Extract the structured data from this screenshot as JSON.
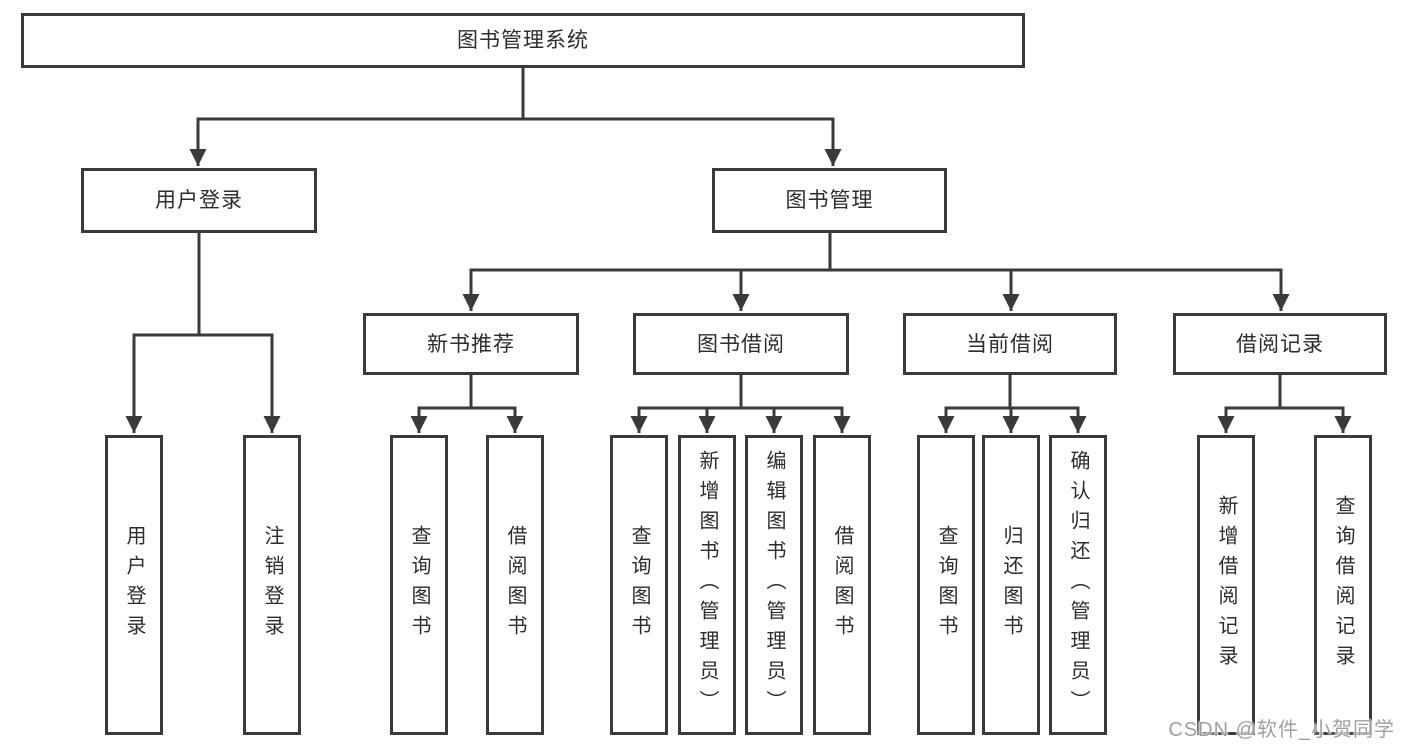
{
  "colors": {
    "line": "#3a3a3a",
    "box-border": "#3a3a3a",
    "text": "#2d2d2d",
    "watermark": "#a0a0a0",
    "background": "#ffffff"
  },
  "tree": {
    "root": {
      "label": "图书管理系统"
    },
    "level2": [
      {
        "label": "用户登录"
      },
      {
        "label": "图书管理"
      }
    ],
    "level3": [
      {
        "label": "新书推荐",
        "parent": "图书管理"
      },
      {
        "label": "图书借阅",
        "parent": "图书管理"
      },
      {
        "label": "当前借阅",
        "parent": "图书管理"
      },
      {
        "label": "借阅记录",
        "parent": "图书管理"
      }
    ],
    "leaves": [
      {
        "label": "用户登录",
        "parent": "用户登录"
      },
      {
        "label": "注销登录",
        "parent": "用户登录"
      },
      {
        "label": "查询图书",
        "parent": "新书推荐"
      },
      {
        "label": "借阅图书",
        "parent": "新书推荐"
      },
      {
        "label": "查询图书",
        "parent": "图书借阅"
      },
      {
        "label": "新增图书（管理员）",
        "parent": "图书借阅"
      },
      {
        "label": "编辑图书（管理员）",
        "parent": "图书借阅"
      },
      {
        "label": "借阅图书",
        "parent": "图书借阅"
      },
      {
        "label": "查询图书",
        "parent": "当前借阅"
      },
      {
        "label": "归还图书",
        "parent": "当前借阅"
      },
      {
        "label": "确认归还（管理员）",
        "parent": "当前借阅"
      },
      {
        "label": "新增借阅记录",
        "parent": "借阅记录"
      },
      {
        "label": "查询借阅记录",
        "parent": "借阅记录"
      }
    ]
  },
  "watermark": {
    "text": "CSDN @软件_小贺同学"
  }
}
